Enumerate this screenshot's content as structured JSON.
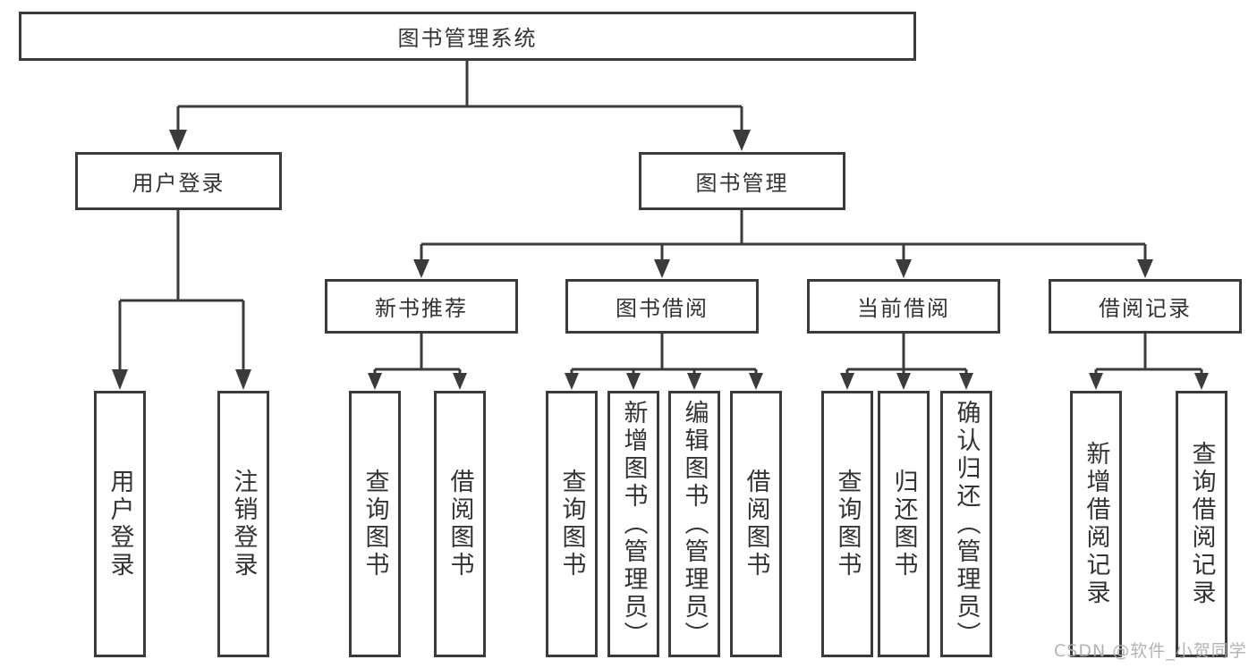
{
  "diagram": {
    "type": "hierarchy-tree",
    "root": {
      "label": "图书管理系统",
      "children": [
        {
          "label": "用户登录",
          "children": [
            {
              "label": "用户登录"
            },
            {
              "label": "注销登录"
            }
          ]
        },
        {
          "label": "图书管理",
          "children": [
            {
              "label": "新书推荐",
              "children": [
                {
                  "label": "查询图书"
                },
                {
                  "label": "借阅图书"
                }
              ]
            },
            {
              "label": "图书借阅",
              "children": [
                {
                  "label": "查询图书"
                },
                {
                  "label": "新增图书（管理员）"
                },
                {
                  "label": "编辑图书（管理员）"
                },
                {
                  "label": "借阅图书"
                }
              ]
            },
            {
              "label": "当前借阅",
              "children": [
                {
                  "label": "查询图书"
                },
                {
                  "label": "归还图书"
                },
                {
                  "label": "确认归还（管理员）"
                }
              ]
            },
            {
              "label": "借阅记录",
              "children": [
                {
                  "label": "新增借阅记录"
                },
                {
                  "label": "查询借阅记录"
                }
              ]
            }
          ]
        }
      ]
    },
    "colors": {
      "line": "#3b3b3b",
      "text": "#333333",
      "box_background": "#ffffff",
      "page_background": "#ffffff",
      "watermark": "#acacac"
    }
  },
  "watermark": {
    "text": "CSDN @软件_小贺同学"
  }
}
